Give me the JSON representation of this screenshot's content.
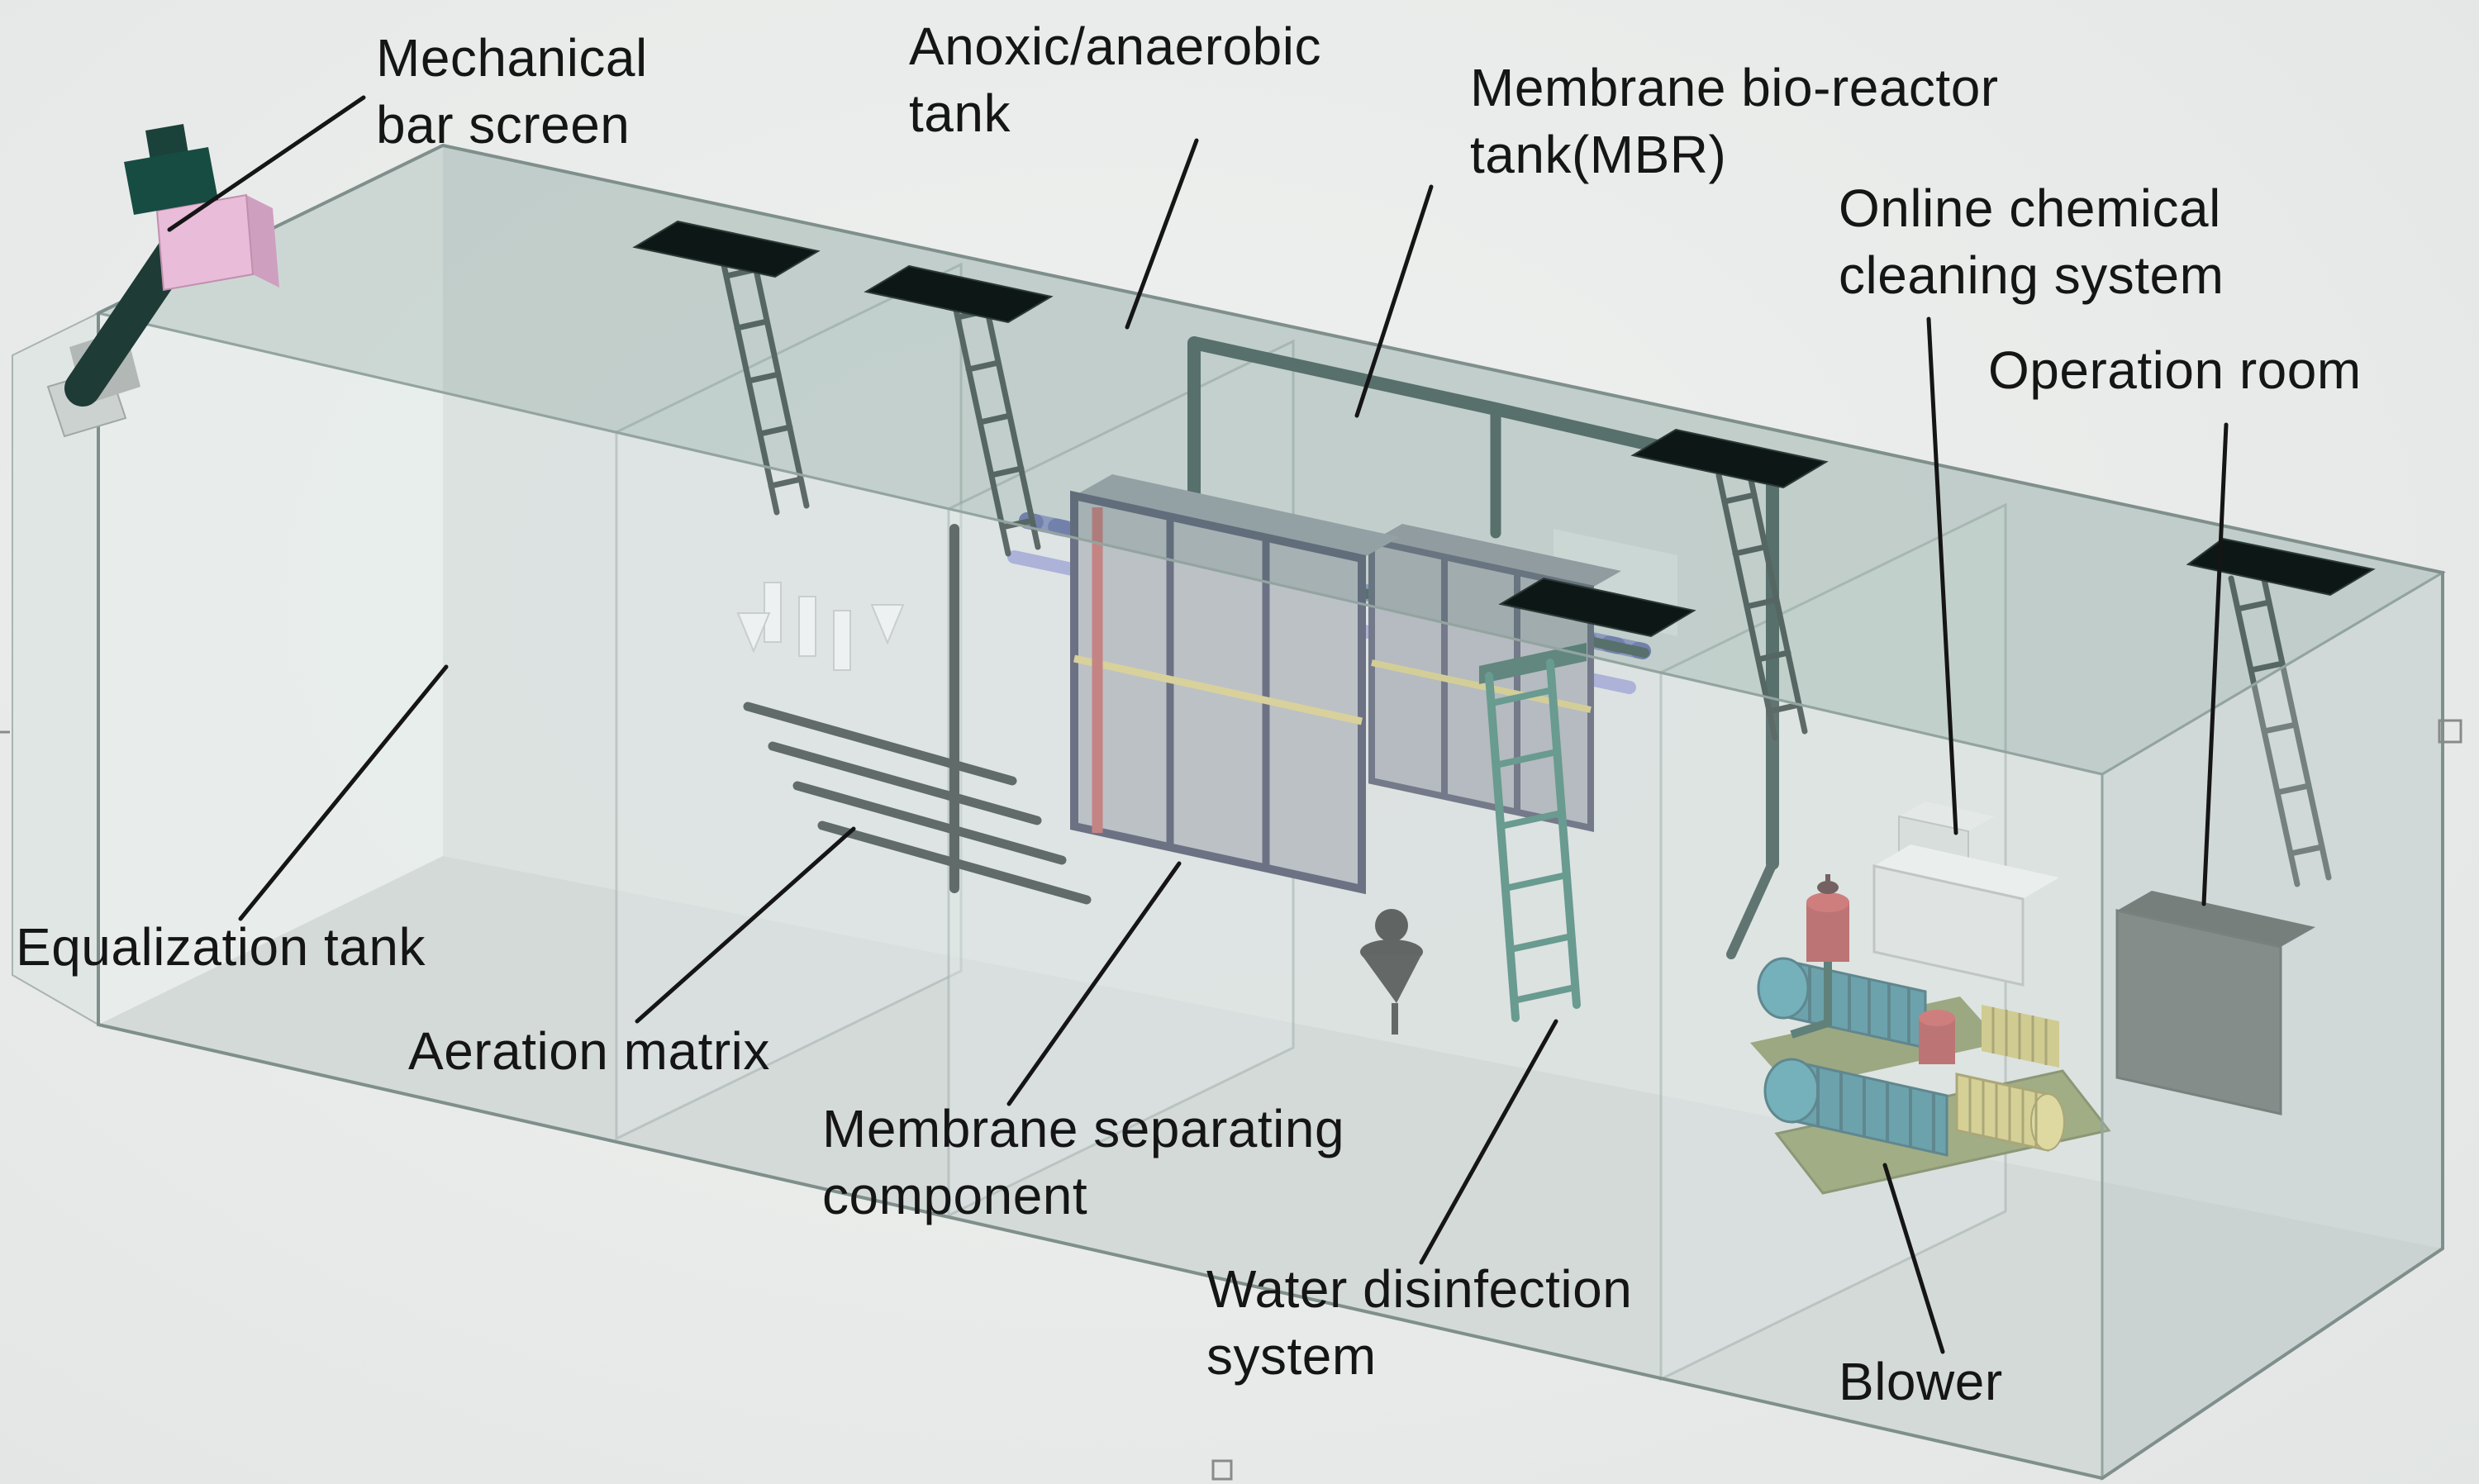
{
  "labels": [
    {
      "id": "mechanical-bar-screen",
      "text": "Mechanical\nbar screen"
    },
    {
      "id": "anoxic-anaerobic-tank",
      "text": "Anoxic/anaerobic\ntank"
    },
    {
      "id": "membrane-bioreactor-tank",
      "text": "Membrane bio-reactor\ntank(MBR)"
    },
    {
      "id": "online-chemical-cleaning",
      "text": "Online chemical\ncleaning system"
    },
    {
      "id": "operation-room",
      "text": "Operation room"
    },
    {
      "id": "equalization-tank",
      "text": "Equalization tank"
    },
    {
      "id": "aeration-matrix",
      "text": "Aeration matrix"
    },
    {
      "id": "membrane-separating-component",
      "text": "Membrane separating\ncomponent"
    },
    {
      "id": "water-disinfection-system",
      "text": "Water disinfection\nsystem"
    },
    {
      "id": "blower",
      "text": "Blower"
    }
  ],
  "palette": {
    "roof_hatch": "#0d1715",
    "glass_top": "#a8bab6",
    "bar_screen_pink": "#e9bcd9",
    "bar_screen_teal": "#174c42",
    "membrane_gray": "#a4aab1",
    "frame_navy": "#2e3550",
    "pipe_teal": "#1d3a34",
    "pipe_blue": "#7682c2",
    "blower_teal": "#2e7d8a",
    "motor_yellow": "#c9c06a",
    "pump_red": "#a63838",
    "base_green": "#7d8d52",
    "label_color": "#151515"
  }
}
